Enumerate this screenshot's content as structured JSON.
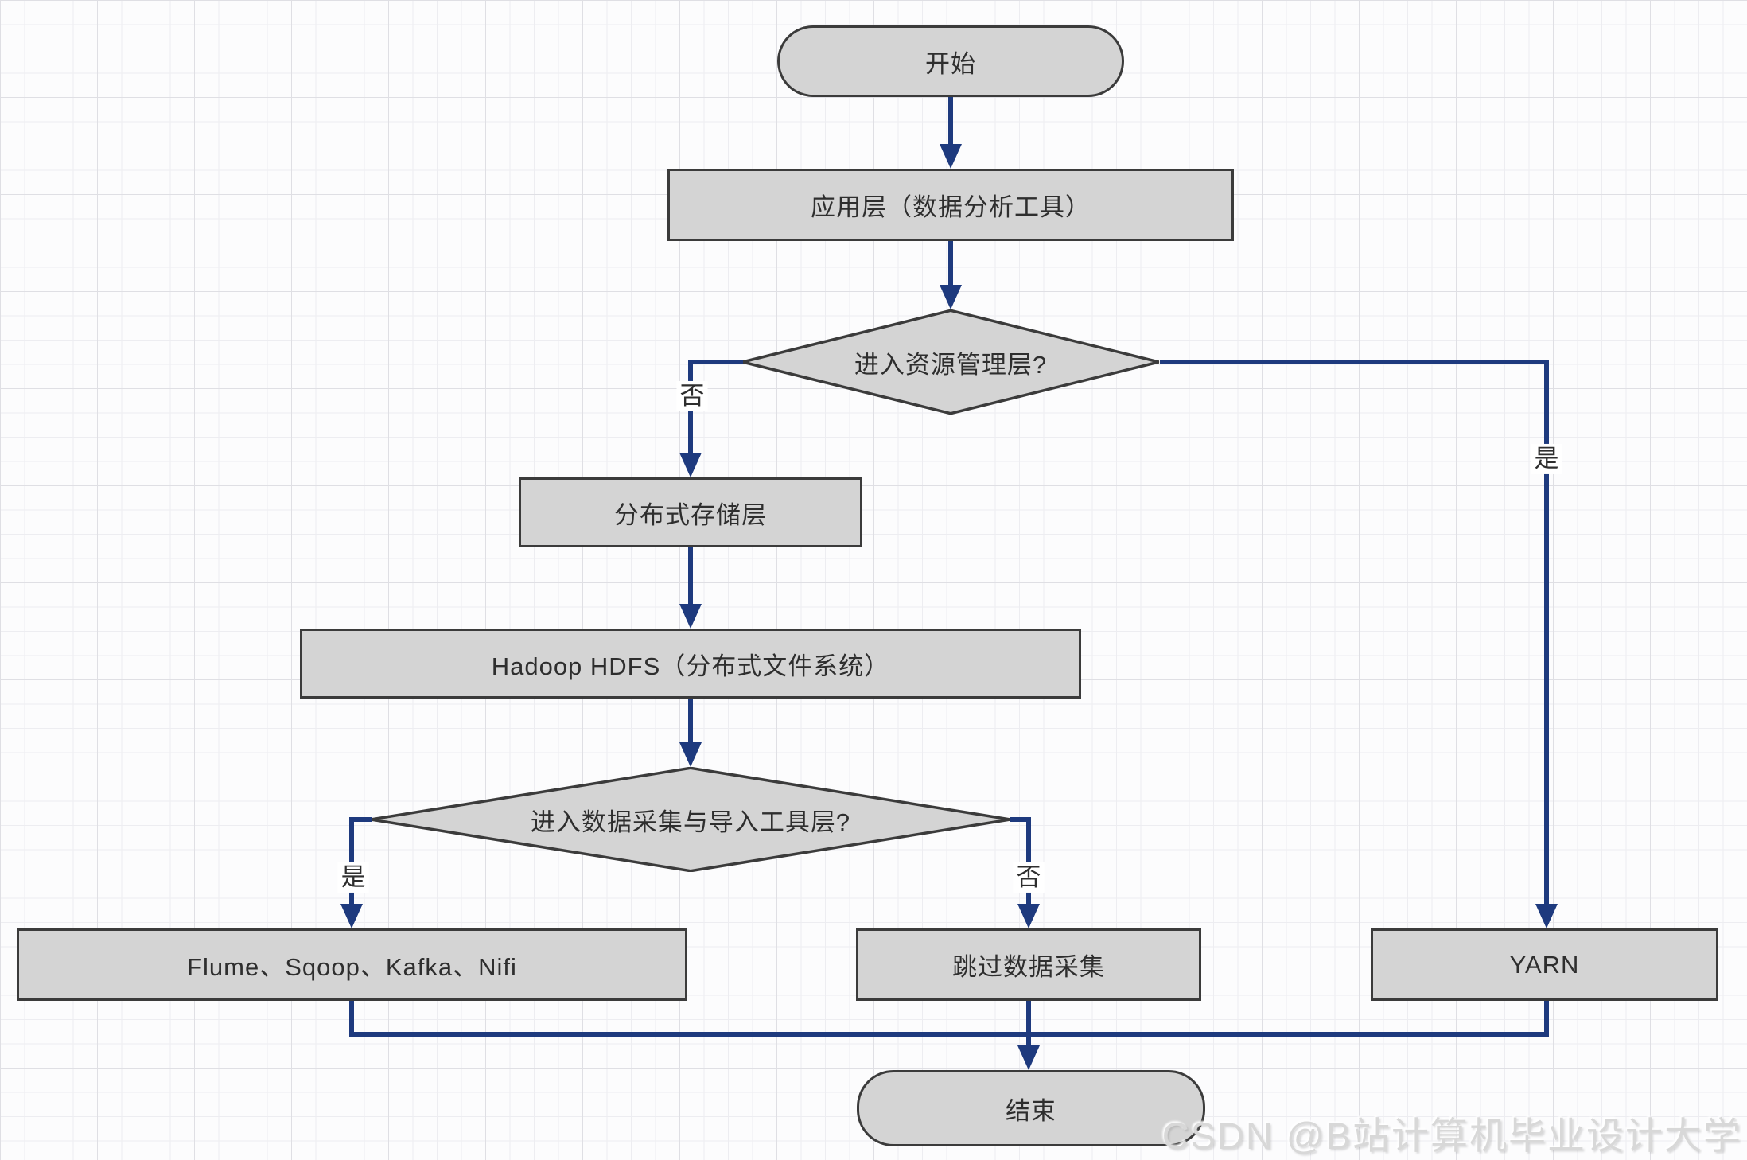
{
  "nodes": {
    "start": {
      "label": "开始",
      "type": "terminal"
    },
    "app_layer": {
      "label": "应用层（数据分析工具）",
      "type": "process"
    },
    "decision_resource": {
      "label": "进入资源管理层?",
      "type": "decision"
    },
    "storage_layer": {
      "label": "分布式存储层",
      "type": "process"
    },
    "hdfs": {
      "label": "Hadoop HDFS（分布式文件系统）",
      "type": "process"
    },
    "decision_ingest": {
      "label": "进入数据采集与导入工具层?",
      "type": "decision"
    },
    "ingest_tools": {
      "label": "Flume、Sqoop、Kafka、Nifi",
      "type": "process"
    },
    "skip_ingest": {
      "label": "跳过数据采集",
      "type": "process"
    },
    "yarn": {
      "label": "YARN",
      "type": "process"
    },
    "end": {
      "label": "结束",
      "type": "terminal"
    }
  },
  "edge_labels": {
    "resource_no": "否",
    "resource_yes": "是",
    "ingest_yes": "是",
    "ingest_no": "否"
  },
  "watermark": "CSDN @B站计算机毕业设计大学",
  "colors": {
    "node_fill": "#d4d4d4",
    "node_border": "#3b3b3b",
    "connector": "#1e3a7e",
    "text": "#2e2e2e",
    "watermark": "#d8d8d8",
    "grid_minor": "#ededf1",
    "grid_major": "#dfdfe4",
    "background": "#fcfcfd"
  }
}
